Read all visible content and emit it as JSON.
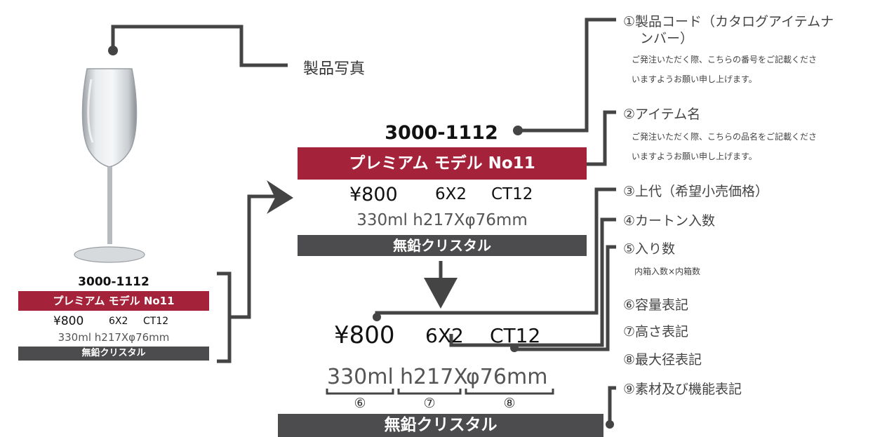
{
  "photo_label": "製品写真",
  "product": {
    "code": "3000-1112",
    "name": "プレミアム モデル No11",
    "price": "¥800",
    "carton": "6X2",
    "case": "CT12",
    "spec": "330ml h217Xφ76mm",
    "volume": "330ml",
    "height": "h217X",
    "diameter": "φ76mm",
    "material": "無鉛クリスタル"
  },
  "markers": [
    "⑥",
    "⑦",
    "⑧"
  ],
  "annotations": [
    {
      "title": "①製品コード（カタログアイテムナ",
      "title2": "ンバー）",
      "note1": "ご発注いただく際、こちらの番号をご記載くださ",
      "note2": "いますようお願い申し上げます。"
    },
    {
      "title": "②アイテム名",
      "note1": "ご発注いただく際、こちらの品名をご記載くださ",
      "note2": "いますようお願い申し上げます。"
    },
    {
      "title": "③上代（希望小売価格）"
    },
    {
      "title": "④カートン入数"
    },
    {
      "title": "⑤入り数",
      "note1": "内箱入数×内箱数"
    },
    {
      "title": "⑥容量表記"
    },
    {
      "title": "⑦高さ表記"
    },
    {
      "title": "⑧最大径表記"
    },
    {
      "title": "⑨素材及び機能表記"
    }
  ],
  "colors": {
    "red_bar": "#a4233a",
    "gray_bar": "#4c4c4e",
    "line": "#444444"
  }
}
